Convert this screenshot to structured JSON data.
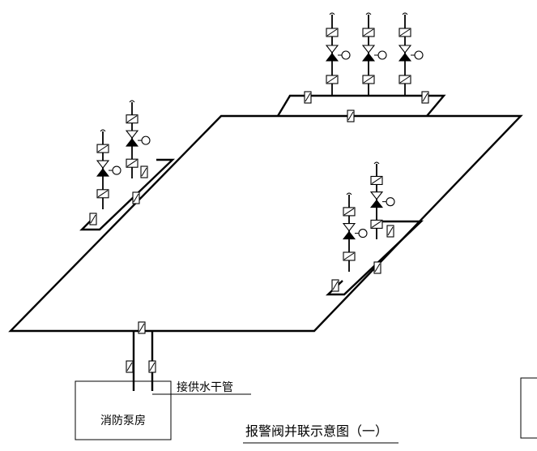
{
  "pump_room_label": "消防泵房",
  "supply_main_label": "接供水干管",
  "title": "报警阀并联示意图（一）"
}
